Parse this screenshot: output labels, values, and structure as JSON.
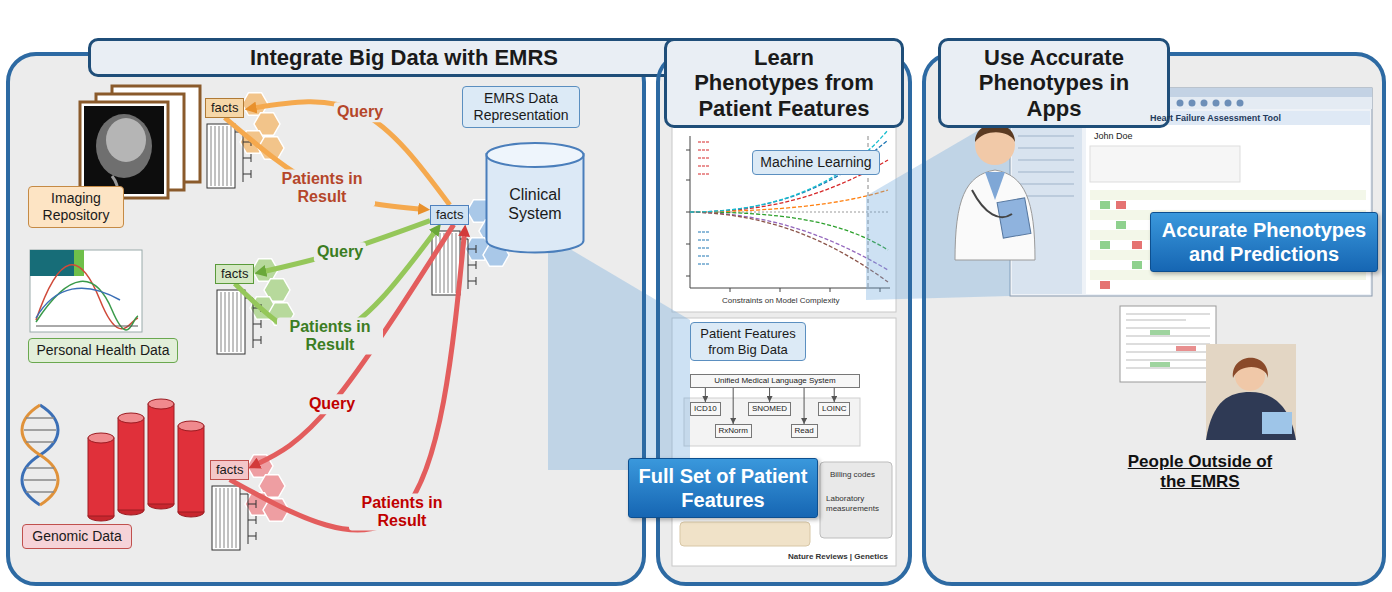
{
  "diagram": {
    "nodes": [
      {
        "text": [
          "Integrate Big Data with EMRS"
        ]
      },
      {
        "text": [
          "Imaging Repository"
        ],
        "in": 0
      },
      {
        "text": [
          "facts"
        ],
        "in": 0
      },
      {
        "text": [
          "EMRS Data Representation"
        ],
        "in": 0
      },
      {
        "text": [
          "Clinical System"
        ],
        "in": 0
      },
      {
        "text": [
          "facts"
        ],
        "in": 0
      },
      {
        "text": [
          "Personal Health Data"
        ],
        "in": 0
      },
      {
        "text": [
          "facts"
        ],
        "in": 0
      },
      {
        "text": [
          "Genomic Data"
        ],
        "in": 0
      },
      {
        "text": [
          "facts"
        ],
        "in": 0
      },
      {
        "text": [
          "Learn Phenotypes from Patient Features"
        ]
      },
      {
        "text": [
          "Machine Learning"
        ],
        "in": 10
      },
      {
        "text": [
          "Patient Features from Big Data"
        ],
        "in": 10
      },
      {
        "text": [
          "Unified Medical Language System"
        ],
        "in": 10
      },
      {
        "text": [
          "ICD10"
        ],
        "in": 10
      },
      {
        "text": [
          "SNOMED"
        ],
        "in": 10
      },
      {
        "text": [
          "LOINC"
        ],
        "in": 10
      },
      {
        "text": [
          "RxNorm"
        ],
        "in": 10
      },
      {
        "text": [
          "Read"
        ],
        "in": 10
      },
      {
        "text": [
          "Full Set of Patient Features"
        ]
      },
      {
        "text": [
          "Use Accurate Phenotypes in Apps"
        ]
      },
      {
        "text": [
          "Accurate Phenotypes and Predictions"
        ],
        "in": 20
      }
    ],
    "edges": [
      {
        "from": 5,
        "to": 2,
        "arrow": "to",
        "label": "Query"
      },
      {
        "from": 2,
        "to": 5,
        "arrow": "to",
        "label": "Patients in Result"
      },
      {
        "from": 5,
        "to": 7,
        "arrow": "to",
        "label": "Query"
      },
      {
        "from": 7,
        "to": 5,
        "arrow": "to",
        "label": "Patients in Result"
      },
      {
        "from": 5,
        "to": 9,
        "arrow": "to",
        "label": "Query"
      },
      {
        "from": 9,
        "to": 5,
        "arrow": "to",
        "label": "Patients in Result"
      },
      {
        "from": 13,
        "to": 14,
        "arrow": "to"
      },
      {
        "from": 13,
        "to": 15,
        "arrow": "to"
      },
      {
        "from": 13,
        "to": 16,
        "arrow": "to"
      },
      {
        "from": 13,
        "to": 17,
        "arrow": "to"
      },
      {
        "from": 13,
        "to": 18,
        "arrow": "to"
      }
    ],
    "labels": [
      "Constraints on Model Complexity",
      "Billing codes",
      "Laboratory measurements",
      "Nature Reviews | Genetics",
      "Heart Failure Assessment Tool",
      "John Doe",
      "People Outside of the EMRS"
    ]
  }
}
